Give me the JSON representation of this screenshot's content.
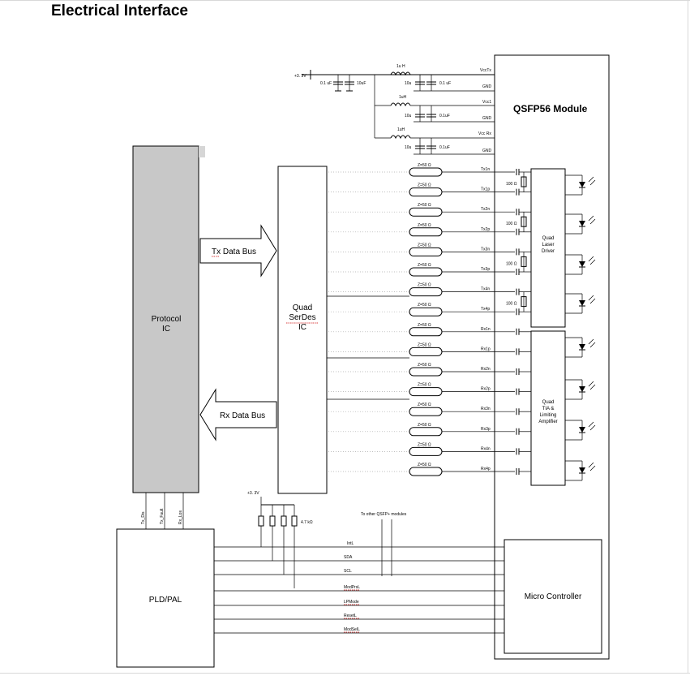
{
  "title": "Electrical Interface",
  "colors": {
    "protocol_fill": "#c8c8c8",
    "line": "#000000",
    "frame": "#d8d8d8"
  },
  "blocks": {
    "qsfp": "QSFP56  Module",
    "protocol_1": "Protocol",
    "protocol_2": "IC",
    "serdes_1": "Quad",
    "serdes_2": "SerDes",
    "serdes_3": "IC",
    "pld": "PLD/PAL",
    "micro": "Micro Controller",
    "laser_1": "Quad",
    "laser_2": "Laser",
    "laser_3": "Driver",
    "tia_1": "Quad",
    "tia_2": "TIA &",
    "tia_3": "Limiting",
    "tia_4": "Amplifier"
  },
  "buses": {
    "tx": "Tx  Data Bus",
    "rx": "Rx Data Bus"
  },
  "power": {
    "supply": "+3. 3V",
    "cap_01": "0.1 uF",
    "cap_10": "10uF",
    "inductor": "1u H",
    "inductor2": "1uH",
    "inductor3": "1uH",
    "cap_10b": "10u",
    "cap_01b": "0.1 uF",
    "cap_10c": "10u",
    "cap_01c": "0.1uF",
    "cap_10d": "10u",
    "cap_01d": "0.1uF",
    "pins": [
      "VccTx",
      "GND",
      "Vcc1",
      "GND",
      "Vcc Rx",
      "GND"
    ]
  },
  "signals": {
    "impedance": "Z=50  Ω",
    "tx_pins": [
      "Tx1n",
      "Tx1p",
      "Tx2n",
      "Tx2p",
      "Tx3n",
      "Tx3p",
      "Tx4n",
      "Tx4p"
    ],
    "rx_pins": [
      "Rx1n",
      "Rx1p",
      "Rx2n",
      "Rx2p",
      "Rx3n",
      "Rx3p",
      "Rx4n",
      "Rx4p"
    ],
    "termination": "100 Ω"
  },
  "control": {
    "supply": "+3. 3V",
    "pullup": "4.7 kΩ",
    "other_modules": "To other QSFP+ modules",
    "lines": [
      "IntL",
      "SDA",
      "SCL",
      "ModPrsL",
      "LPMode",
      "ResetL",
      "ModSelL"
    ],
    "pld_pins": [
      "Tx_Dis",
      "Tx_Fault",
      "Rx_Los"
    ]
  }
}
